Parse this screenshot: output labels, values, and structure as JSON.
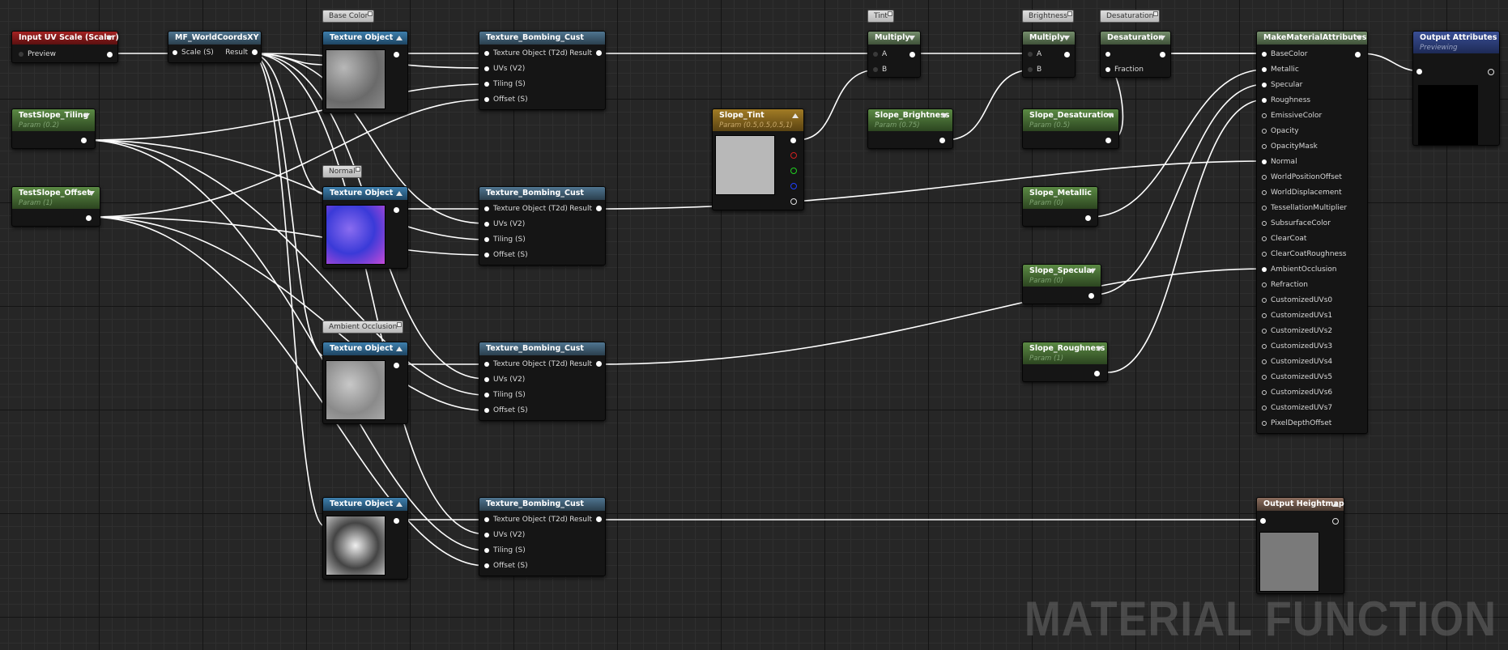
{
  "nodes": {
    "input_uv": {
      "title": "Input UV Scale (Scalar)",
      "preview_label": "Preview"
    },
    "mf_world": {
      "title": "MF_WorldCoordsXY",
      "scale_label": "Scale (S)",
      "result_label": "Result"
    },
    "tiling": {
      "title": "TestSlope_Tiling",
      "subtitle": "Param (0.2)"
    },
    "offset": {
      "title": "TestSlope_Offset",
      "subtitle": "Param (1)"
    },
    "tex_object_title": "Texture Object",
    "bombing": {
      "title": "Texture_Bombing_Cust",
      "pin_tex": "Texture Object (T2d)",
      "pin_uv": "UVs (V2)",
      "pin_tiling": "Tiling (S)",
      "pin_offset": "Offset (S)",
      "result": "Result"
    },
    "slope_tint": {
      "title": "Slope_Tint",
      "subtitle": "Param (0.5,0.5,0.5,1)"
    },
    "multiply_title": "Multiply",
    "pin_a": "A",
    "pin_b": "B",
    "slope_brightness": {
      "title": "Slope_Brightness",
      "subtitle": "Param (0.75)"
    },
    "slope_desat": {
      "title": "Slope_Desaturation",
      "subtitle": "Param (0.5)"
    },
    "desaturation": {
      "title": "Desaturation",
      "fraction": "Fraction"
    },
    "slope_metallic": {
      "title": "Slope_Metallic",
      "subtitle": "Param (0)"
    },
    "slope_specular": {
      "title": "Slope_Specular",
      "subtitle": "Param (0)"
    },
    "slope_roughness": {
      "title": "Slope_Roughness",
      "subtitle": "Param (1)"
    },
    "make_attr": {
      "title": "MakeMaterialAttributes",
      "pins": [
        "BaseColor",
        "Metallic",
        "Specular",
        "Roughness",
        "EmissiveColor",
        "Opacity",
        "OpacityMask",
        "Normal",
        "WorldPositionOffset",
        "WorldDisplacement",
        "TessellationMultiplier",
        "SubsurfaceColor",
        "ClearCoat",
        "ClearCoatRoughness",
        "AmbientOcclusion",
        "Refraction",
        "CustomizedUVs0",
        "CustomizedUVs1",
        "CustomizedUVs2",
        "CustomizedUVs3",
        "CustomizedUVs4",
        "CustomizedUVs5",
        "CustomizedUVs6",
        "CustomizedUVs7",
        "PixelDepthOffset"
      ]
    },
    "output_attr": {
      "title": "Output Attributes",
      "subtitle": "Previewing"
    },
    "output_height": {
      "title": "Output Heightmap"
    }
  },
  "comments": {
    "base_color": "Base Color",
    "normal": "Normal",
    "ambient_occlusion": "Ambient Occlusion",
    "tint": "Tint",
    "brightness": "Brightness",
    "desaturation": "Desaturation"
  },
  "watermark": "MATERIAL FUNCTION",
  "colors": {
    "texture_header": "#2e6590",
    "param_header": "#4a7a33",
    "input_header": "#8c1c1c",
    "vector_header": "#8a6a20",
    "output_header": "#2f4180"
  }
}
